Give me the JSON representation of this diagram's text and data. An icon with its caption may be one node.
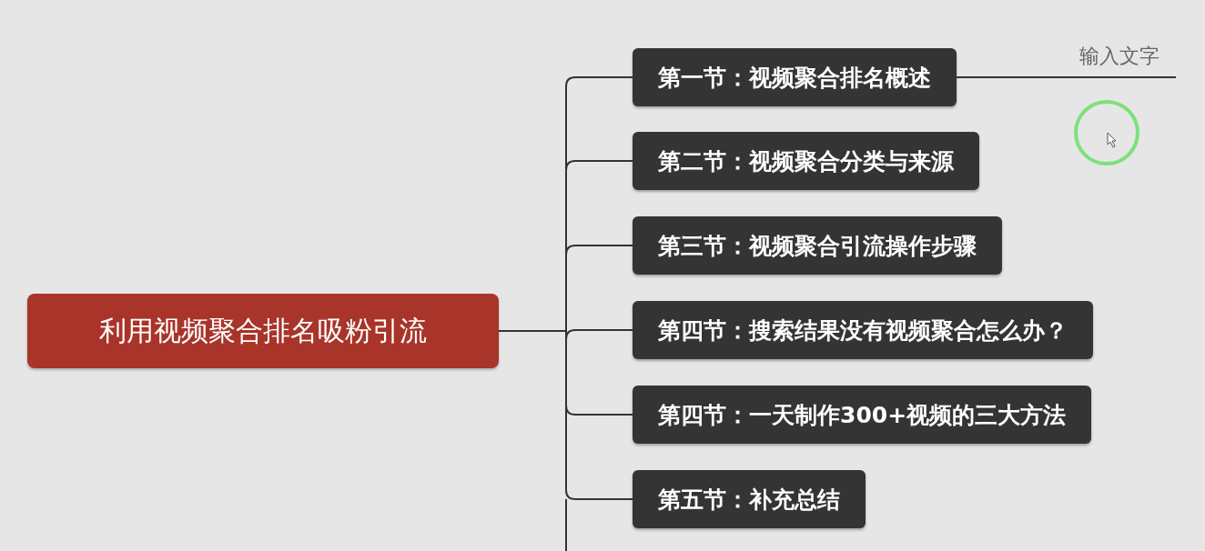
{
  "diagram": {
    "nodes": [
      {
        "text": [
          "利用视频聚合排名吸粉引流"
        ]
      },
      {
        "text": [
          "第一节：视频聚合排名概述"
        ]
      },
      {
        "text": [
          "第二节：视频聚合分类与来源"
        ]
      },
      {
        "text": [
          "第三节：视频聚合引流操作步骤"
        ]
      },
      {
        "text": [
          "第四节：搜索结果没有视频聚合怎么办？"
        ]
      },
      {
        "text": [
          "第四节：一天制作300+视频的三大方法"
        ]
      },
      {
        "text": [
          "第五节：补充总结"
        ]
      },
      {
        "text": [
          "输入文字"
        ]
      }
    ],
    "edges": [
      {
        "from": 0,
        "to": 1,
        "arrow": "none"
      },
      {
        "from": 0,
        "to": 2,
        "arrow": "none"
      },
      {
        "from": 0,
        "to": 3,
        "arrow": "none"
      },
      {
        "from": 0,
        "to": 4,
        "arrow": "none"
      },
      {
        "from": 0,
        "to": 5,
        "arrow": "none"
      },
      {
        "from": 0,
        "to": 6,
        "arrow": "none"
      },
      {
        "from": 1,
        "to": 7,
        "arrow": "none"
      }
    ]
  }
}
